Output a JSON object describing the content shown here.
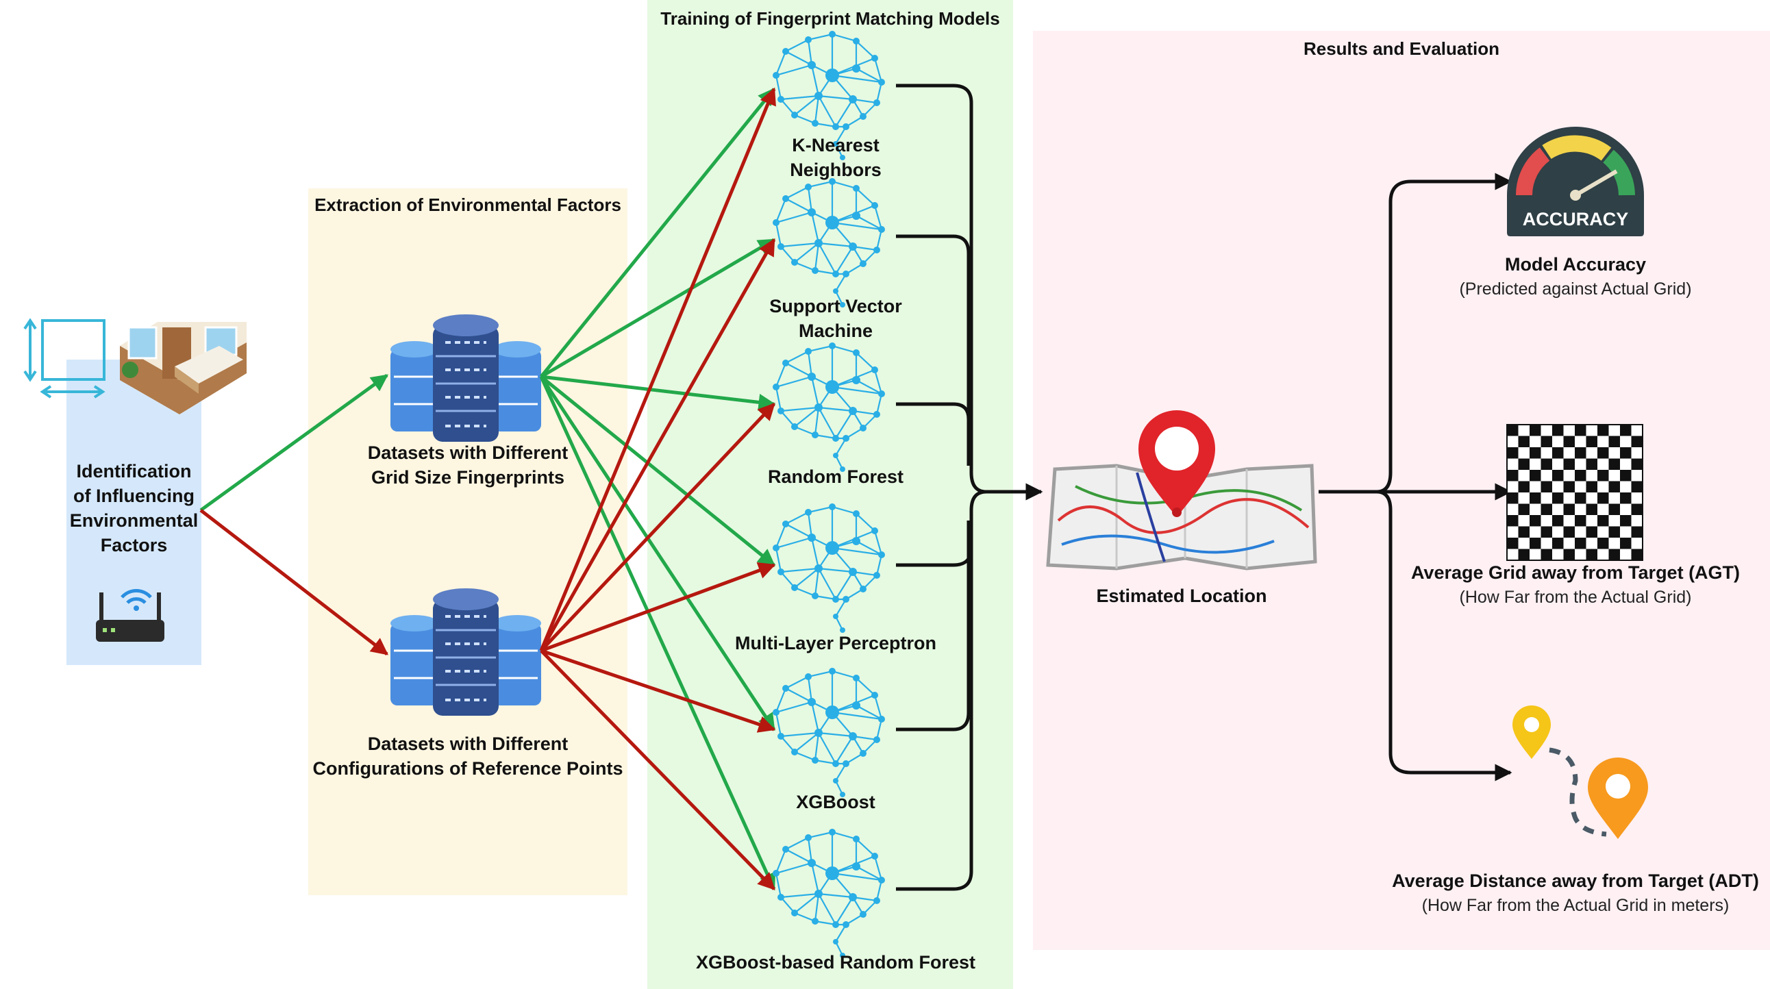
{
  "sections": {
    "extraction_title": "Extraction of Environmental Factors",
    "training_title": "Training of Fingerprint Matching Models",
    "results_title": "Results and Evaluation"
  },
  "input": {
    "label_lines": [
      "Identification",
      "of Influencing",
      "Environmental",
      "Factors"
    ]
  },
  "datasets": [
    {
      "line1": "Datasets with Different",
      "line2": "Grid Size Fingerprints"
    },
    {
      "line1": "Datasets with Different",
      "line2": "Configurations of Reference Points"
    }
  ],
  "models": [
    {
      "line1": "K-Nearest",
      "line2": "Neighbors"
    },
    {
      "line1": "Support Vector",
      "line2": "Machine"
    },
    {
      "line1": "Random Forest",
      "line2": ""
    },
    {
      "line1": "Multi-Layer Perceptron",
      "line2": ""
    },
    {
      "line1": "XGBoost",
      "line2": ""
    },
    {
      "line1": "XGBoost-based Random Forest",
      "line2": ""
    }
  ],
  "estimate": {
    "label": "Estimated Location"
  },
  "results": [
    {
      "title": "Model Accuracy",
      "sub": "(Predicted against Actual Grid)",
      "icon_text": "ACCURACY"
    },
    {
      "title": "Average Grid away from Target (AGT)",
      "sub": "(How Far from the Actual Grid)"
    },
    {
      "title": "Average Distance away from Target (ADT)",
      "sub": "(How Far from the Actual Grid in meters)"
    }
  ],
  "colors": {
    "extraction_bg": "#fdf6e1",
    "training_bg": "#e6f9e1",
    "results_bg": "#fef0f3",
    "input_bg": "#d5e8fb",
    "green_arrow": "#22a84a",
    "red_arrow": "#b5180f",
    "brain_blue": "#29aee6",
    "db_blue": "#3f7bd6"
  },
  "icons": [
    "room-icon",
    "router-icon",
    "database-icon",
    "brain-network-icon",
    "map-pin-icon",
    "accuracy-gauge-icon",
    "checkerboard-icon",
    "route-pins-icon"
  ]
}
